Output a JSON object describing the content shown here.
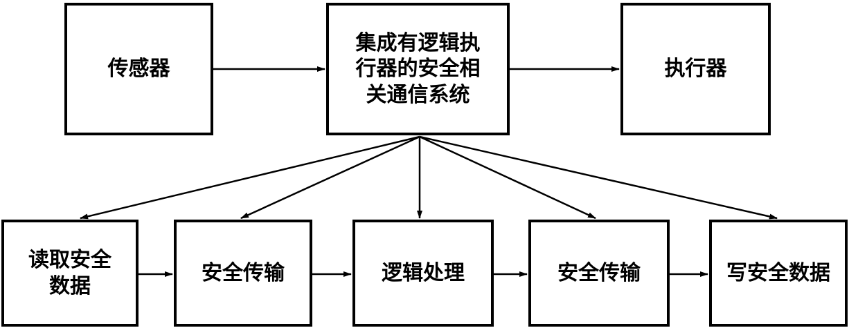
{
  "boxes": {
    "sensor": "传感器",
    "system": "集成有逻辑执行器的安全相关通信系统",
    "actuator": "执行器",
    "read_data": "读取安全数据",
    "transfer_1": "安全传输",
    "logic": "逻辑处理",
    "transfer_2": "安全传输",
    "write_data": "写安全数据"
  }
}
